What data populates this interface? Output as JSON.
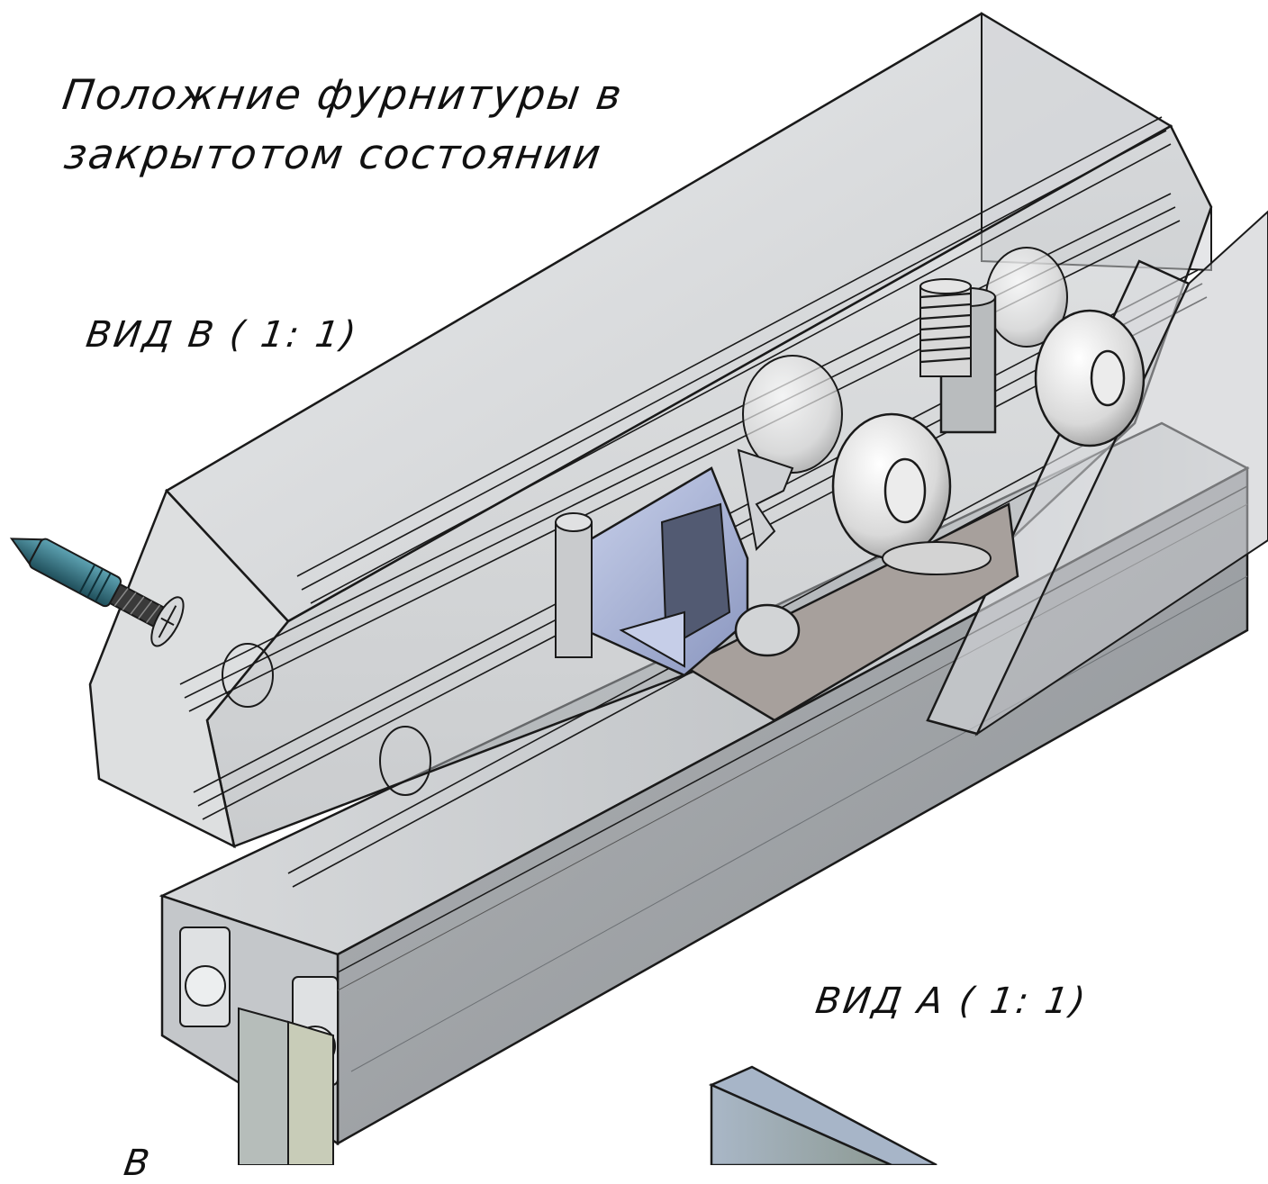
{
  "drawing": {
    "title_line1": "Положние фурнитуры в",
    "title_line2": "закрытотом состоянии",
    "view_b_label": "ВИД В ( 1: 1)",
    "view_a_label": "ВИД А ( 1: 1)",
    "view_c_partial": "В"
  },
  "colors": {
    "housing": "#cfd2d5",
    "rail": "#b9bcbf",
    "wheel": "#e6e6e6",
    "clip": "#aeb8d8",
    "screw": "#2f6b7a",
    "plate": "#a39c98",
    "outline": "#1a1a1a"
  }
}
